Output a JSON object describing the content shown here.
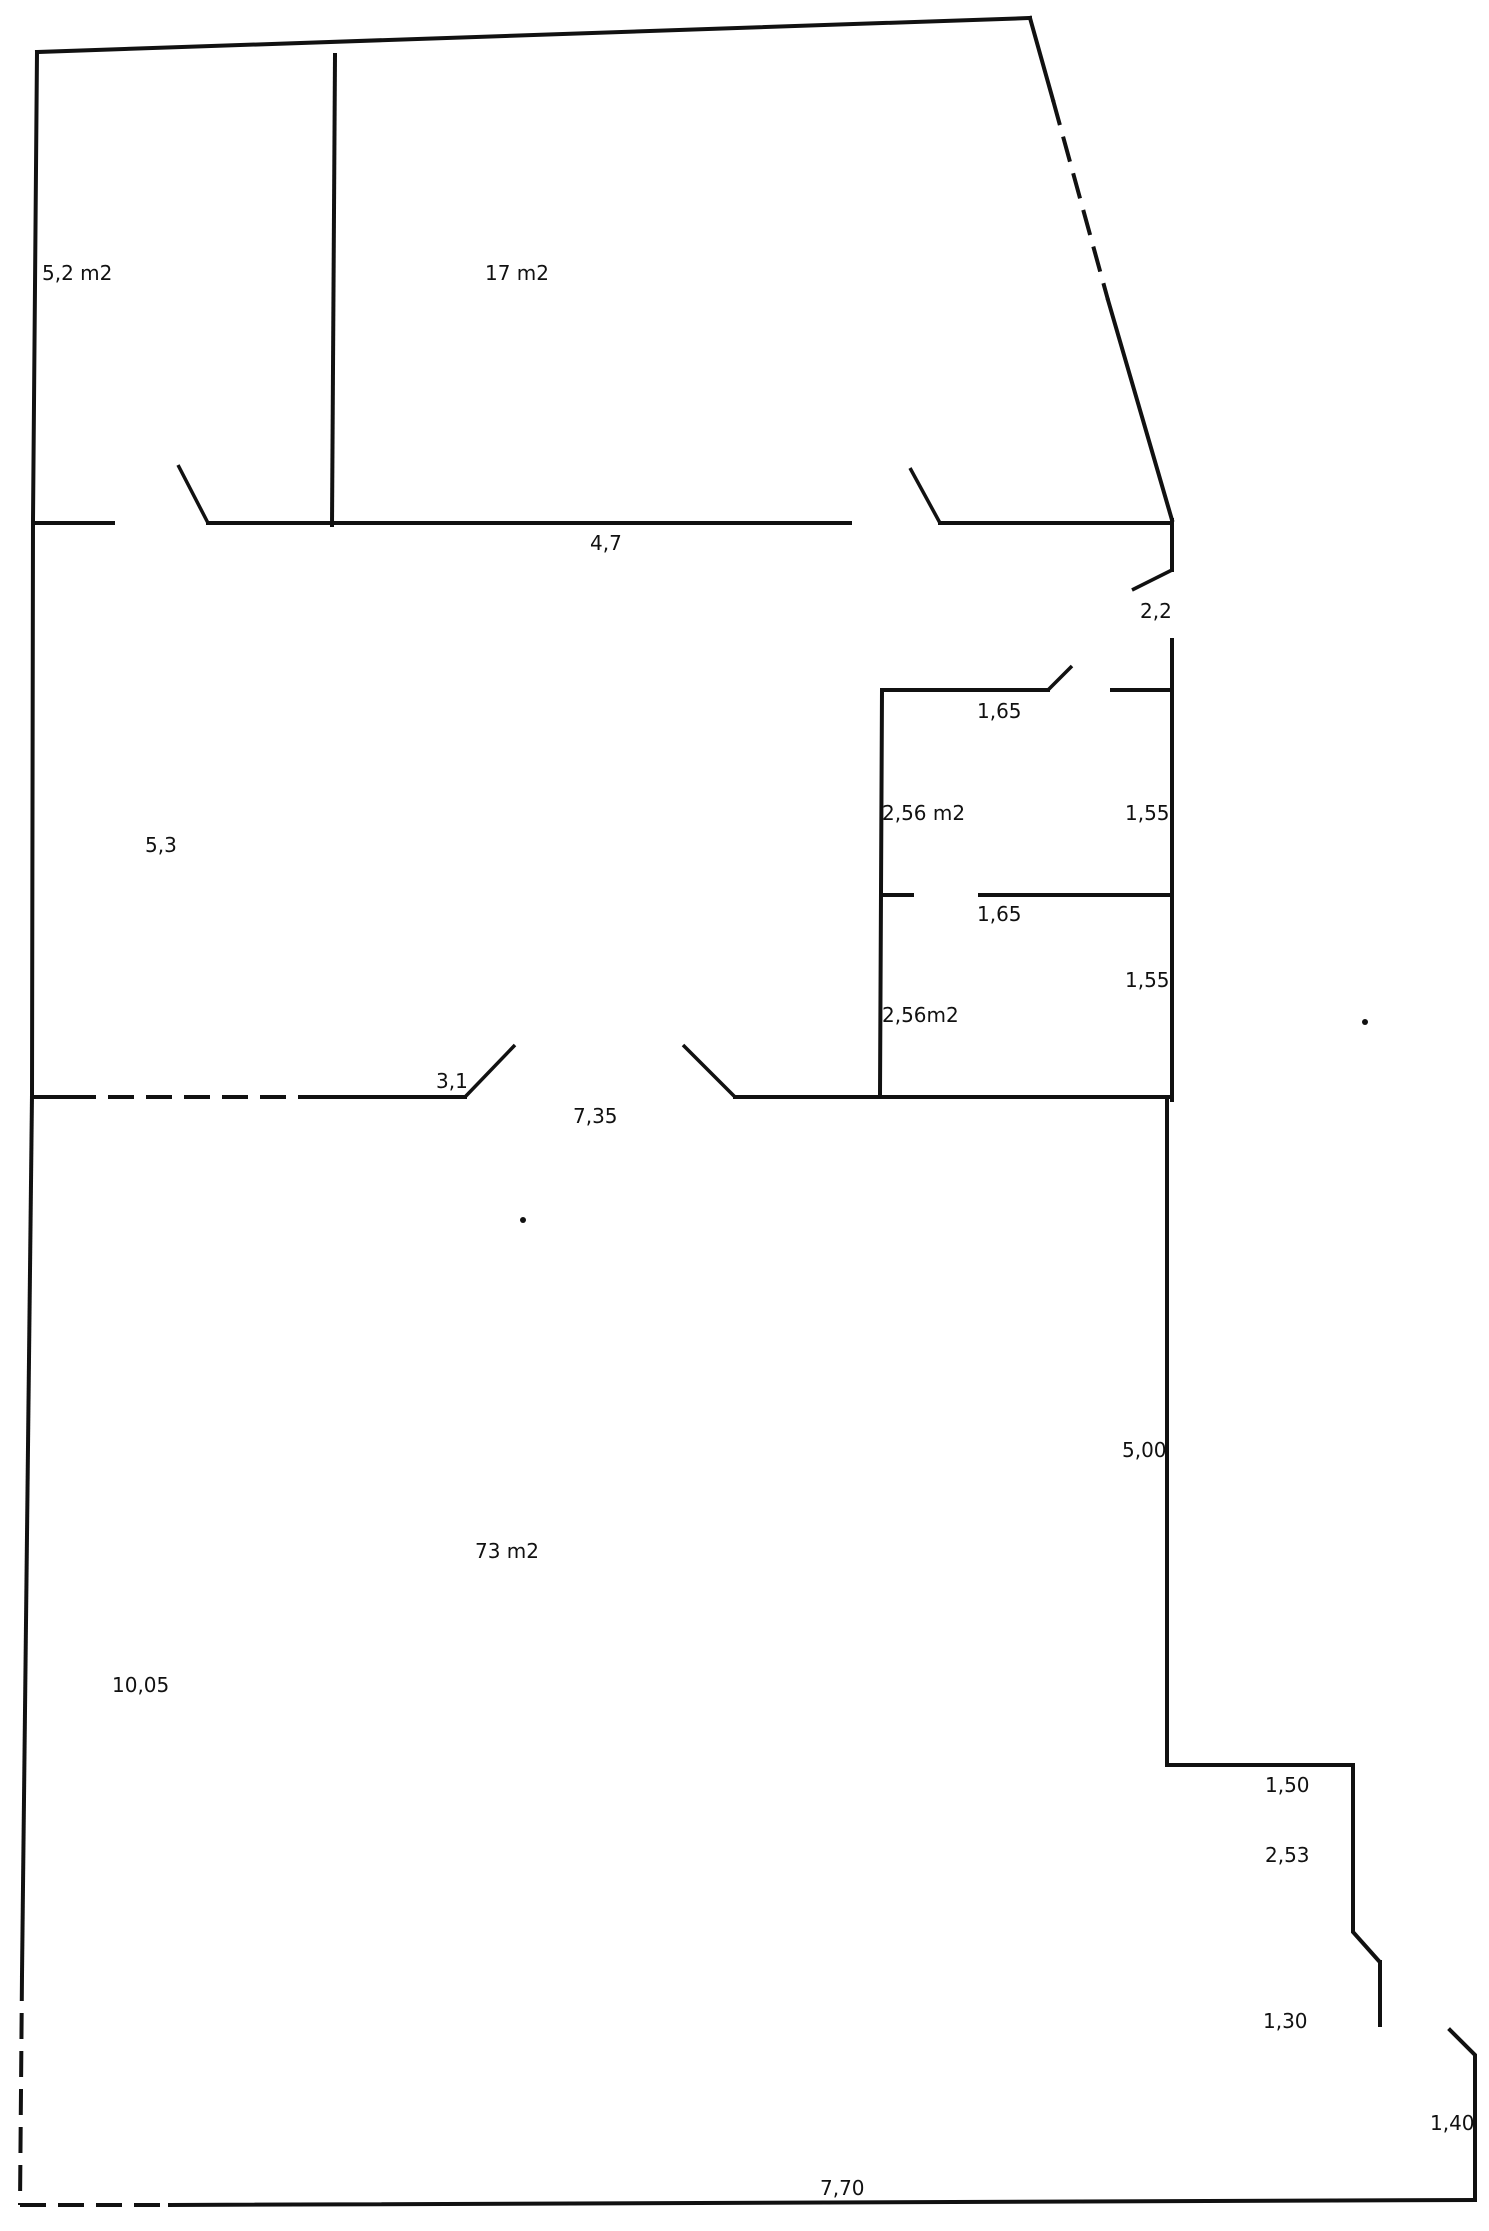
{
  "plan": {
    "areas": {
      "room_left_top": "5,2 m2",
      "room_top_main": "17 m2",
      "wc_upper": "2,56 m2",
      "wc_lower": "2,56m2",
      "main_hall": "73 m2"
    },
    "dimensions": {
      "top_partition": "4,7",
      "right_jog": "2,2",
      "wc_upper_top": "1,65",
      "wc_upper_side": "1,55",
      "wc_lower_top": "1,65",
      "wc_lower_side": "1,55",
      "corridor_depth": "5,3",
      "corridor_wall_left": "3,1",
      "corridor_width": "7,35",
      "right_wall_lower": "5,00",
      "left_wall_long": "10,05",
      "step_top": "1,50",
      "step_side": "2,53",
      "notch": "1,30",
      "corner_chamfer": "1,40",
      "bottom_wall": "7,70"
    }
  }
}
